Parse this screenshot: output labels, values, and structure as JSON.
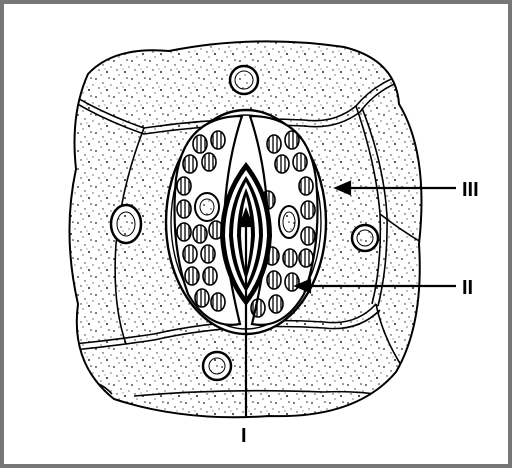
{
  "labels": {
    "guard_pore": "I",
    "guard_cell": "II",
    "subsidiary_cell": "III"
  }
}
